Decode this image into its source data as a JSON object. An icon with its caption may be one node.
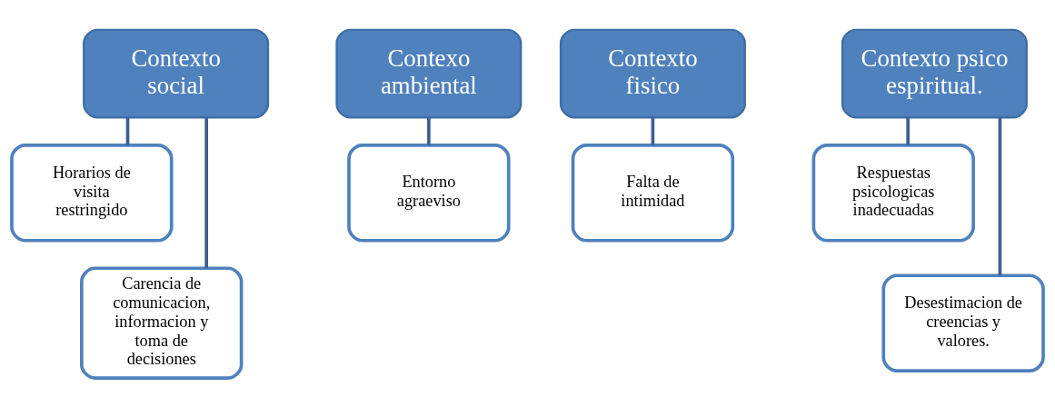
{
  "diagram": {
    "nodes": [
      {
        "text": [
          "Contexto social"
        ]
      },
      {
        "text": [
          "Horarios de visita restringido"
        ]
      },
      {
        "text": [
          "Carencia de comunicacion, informacion y toma de decisiones"
        ]
      },
      {
        "text": [
          "Contexo ambiental"
        ]
      },
      {
        "text": [
          "Entorno agraeviso"
        ]
      },
      {
        "text": [
          "Contexto fisico"
        ]
      },
      {
        "text": [
          "Falta de intimidad"
        ]
      },
      {
        "text": [
          "Contexto psicoespiritual."
        ]
      },
      {
        "text": [
          "Respuestas psicologicas inadecuadas"
        ]
      },
      {
        "text": [
          "Desestimacion de creencias y valores."
        ]
      }
    ],
    "edges": [
      {
        "from": 0,
        "to": 1,
        "arrow": "none"
      },
      {
        "from": 0,
        "to": 2,
        "arrow": "none"
      },
      {
        "from": 3,
        "to": 4,
        "arrow": "none"
      },
      {
        "from": 5,
        "to": 6,
        "arrow": "none"
      },
      {
        "from": 7,
        "to": 8,
        "arrow": "none"
      },
      {
        "from": 7,
        "to": 9,
        "arrow": "none"
      }
    ]
  }
}
